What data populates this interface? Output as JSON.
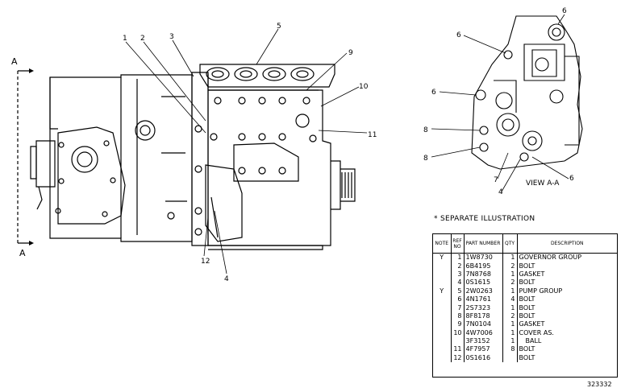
{
  "callouts_main": [
    "1",
    "2",
    "3",
    "5",
    "9",
    "10",
    "11",
    "12",
    "4"
  ],
  "callouts_view": [
    "6",
    "6",
    "6",
    "8",
    "8",
    "7",
    "4",
    "6"
  ],
  "section_marker": "A",
  "view_label": "VIEW A-A",
  "separate_illustration": "SEPARATE ILLUSTRATION",
  "separate_mark": "*",
  "table": {
    "headers": [
      "NOTE",
      "REF NO",
      "PART NUMBER",
      "QTY",
      "DESCRIPTION"
    ],
    "rows": [
      {
        "note": "Y",
        "ref": "1",
        "part": "1W8730",
        "qty": "1",
        "desc": "GOVERNOR GROUP"
      },
      {
        "note": "",
        "ref": "2",
        "part": "6B4195",
        "qty": "2",
        "desc": "BOLT"
      },
      {
        "note": "",
        "ref": "3",
        "part": "7N8768",
        "qty": "1",
        "desc": "GASKET"
      },
      {
        "note": "",
        "ref": "4",
        "part": "0S1615",
        "qty": "2",
        "desc": "BOLT"
      },
      {
        "note": "Y",
        "ref": "5",
        "part": "2W0263",
        "qty": "1",
        "desc": "PUMP GROUP"
      },
      {
        "note": "",
        "ref": "6",
        "part": "4N1761",
        "qty": "4",
        "desc": "BOLT"
      },
      {
        "note": "",
        "ref": "7",
        "part": "2S7323",
        "qty": "1",
        "desc": "BOLT"
      },
      {
        "note": "",
        "ref": "8",
        "part": "8F8178",
        "qty": "2",
        "desc": "BOLT"
      },
      {
        "note": "",
        "ref": "9",
        "part": "7N0104",
        "qty": "1",
        "desc": "GASKET"
      },
      {
        "note": "",
        "ref": "10",
        "part": "4W7006",
        "qty": "1",
        "desc": "COVER AS."
      },
      {
        "note": "",
        "ref": "",
        "part": "3F3152",
        "qty": "1",
        "desc": "BALL"
      },
      {
        "note": "",
        "ref": "11",
        "part": "4F7957",
        "qty": "8",
        "desc": "BOLT"
      },
      {
        "note": "",
        "ref": "12",
        "part": "0S1616",
        "qty": "",
        "desc": "BOLT"
      }
    ]
  },
  "drawing_number": "323332"
}
